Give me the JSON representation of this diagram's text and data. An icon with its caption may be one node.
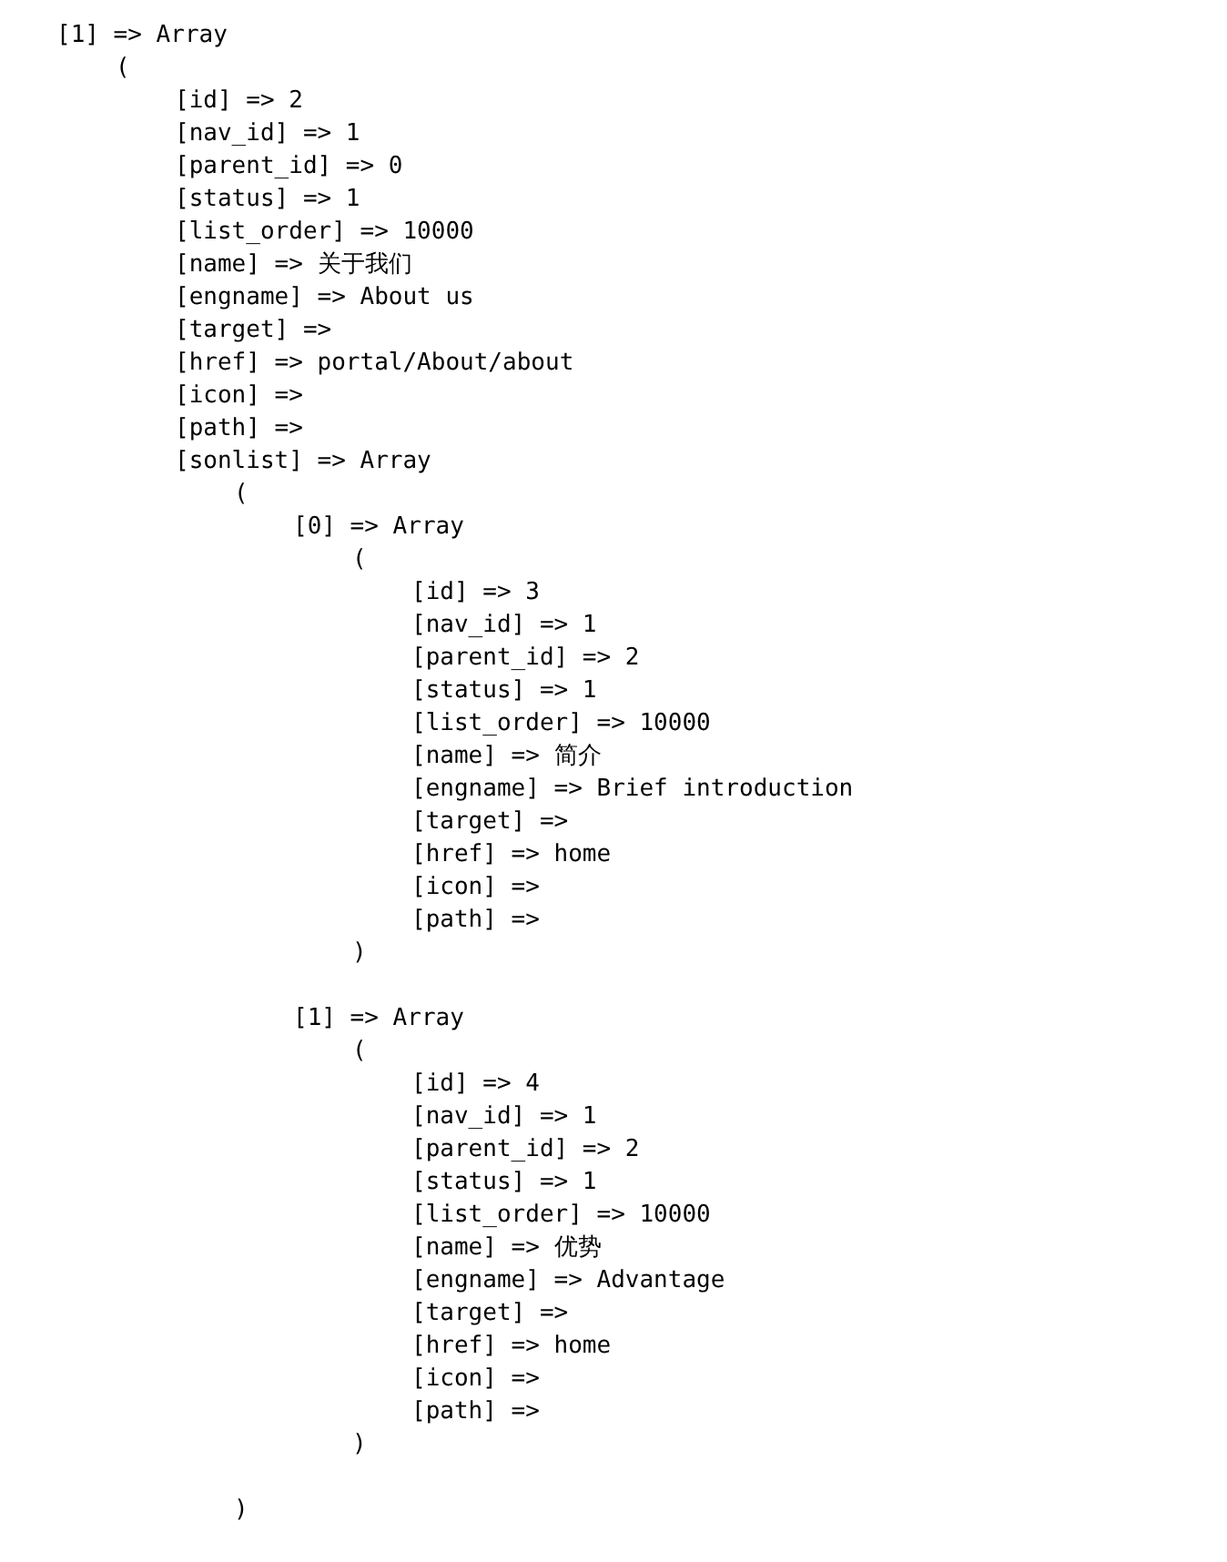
{
  "diagram": {
    "labels": [
      "[1] => Array",
      "(",
      "[id] => 2",
      "[nav_id] => 1",
      "[parent_id] => 0",
      "[status] => 1",
      "[list_order] => 10000",
      "[name] => 关于我们",
      "[engname] => About us",
      "[target] =>",
      "[href] => portal/About/about",
      "[icon] =>",
      "[path] =>",
      "[sonlist] => Array",
      "(",
      "[0] => Array",
      "(",
      "[id] => 3",
      "[nav_id] => 1",
      "[parent_id] => 2",
      "[status] => 1",
      "[list_order] => 10000",
      "[name] => 简介",
      "[engname] => Brief introduction",
      "[target] =>",
      "[href] => home",
      "[icon] =>",
      "[path] =>",
      ")",
      "[1] => Array",
      "(",
      "[id] => 4",
      "[nav_id] => 1",
      "[parent_id] => 2",
      "[status] => 1",
      "[list_order] => 10000",
      "[name] => 优势",
      "[engname] => Advantage",
      "[target] =>",
      "[href] => home",
      "[icon] =>",
      "[path] =>",
      ")",
      ")"
    ]
  }
}
